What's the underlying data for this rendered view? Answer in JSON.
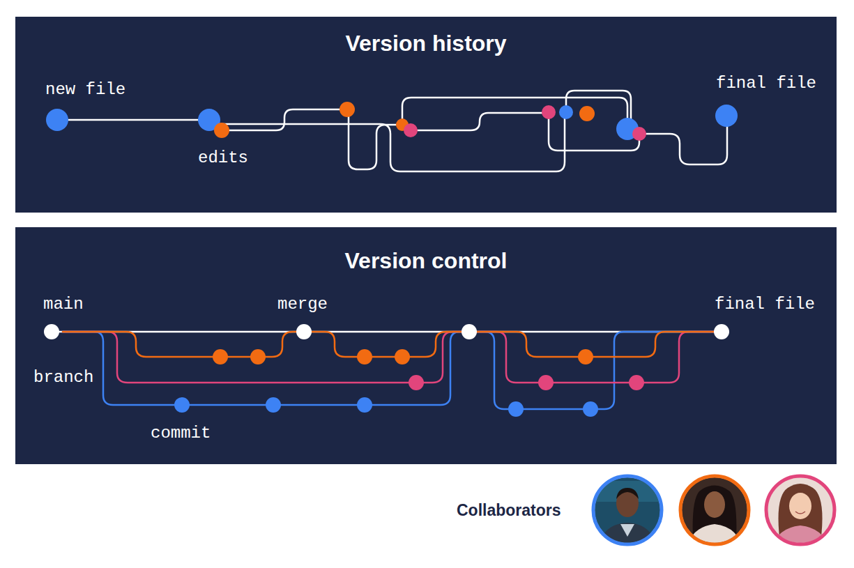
{
  "diagram": {
    "nodes": [
      {
        "text": [
          "Version history"
        ]
      },
      {
        "text": [
          "Version control"
        ]
      }
    ],
    "labels": [
      "new file",
      "edits",
      "final file",
      "main",
      "merge",
      "final file",
      "branch",
      "commit",
      "Collaborators"
    ]
  }
}
